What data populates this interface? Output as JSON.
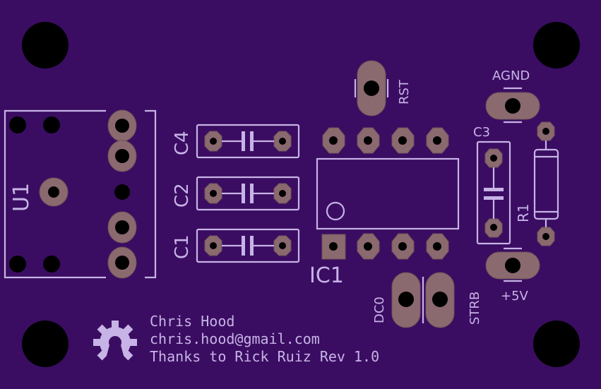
{
  "labels": {
    "u1": "U1",
    "c4": "C4",
    "c2": "C2",
    "c1": "C1",
    "c3": "C3",
    "ic1": "IC1",
    "r1": "R1",
    "rst": "RST",
    "agnd": "AGND",
    "plus5v": "+5V",
    "dc0": "DC0",
    "strb": "STRB"
  },
  "credits": {
    "name": "Chris Hood",
    "email": "chris.hood@gmail.com",
    "thanks": "Thanks to Rick Ruiz Rev 1.0"
  },
  "colors": {
    "board": "#3a0d62",
    "silkscreen": "#c7b3e6",
    "pad": "#8a6a6e",
    "hole": "#000000"
  }
}
